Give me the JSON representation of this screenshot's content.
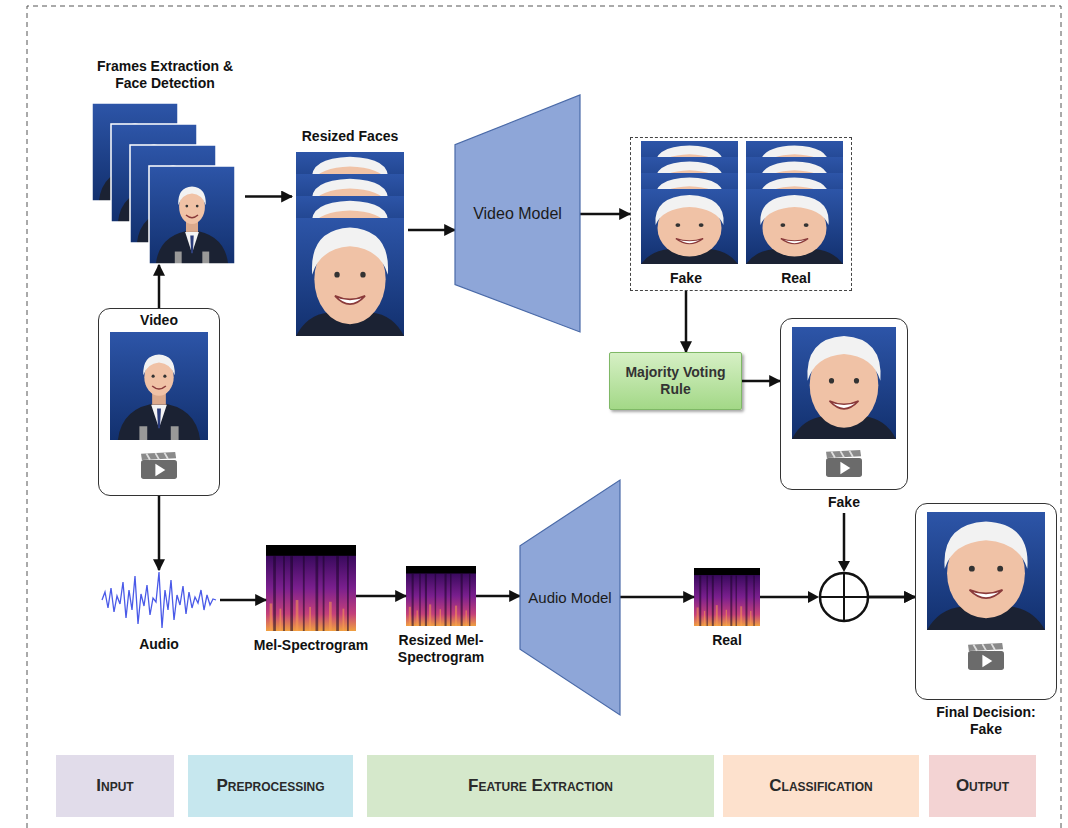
{
  "diagram": {
    "nodes": [
      {
        "text": [
          "Frames Extraction & Face Detection"
        ]
      },
      {
        "text": [
          "Resized Faces"
        ]
      },
      {
        "text": [
          "Video Model"
        ]
      },
      {
        "text": [
          "Fake",
          "Real"
        ]
      },
      {
        "text": [
          "Video"
        ]
      },
      {
        "text": [
          "Majority Voting Rule"
        ]
      },
      {
        "text": [
          "Fake"
        ]
      },
      {
        "text": [
          "Audio"
        ]
      },
      {
        "text": [
          "Mel-Spectrogram"
        ]
      },
      {
        "text": [
          "Resized Mel-Spectrogram"
        ]
      },
      {
        "text": [
          "Audio Model"
        ]
      },
      {
        "text": [
          "Real"
        ]
      },
      {
        "text": [
          "Final Decision: Fake"
        ]
      },
      {
        "text": [
          "Input"
        ]
      },
      {
        "text": [
          "Preprocessing"
        ]
      },
      {
        "text": [
          "Feature Extraction"
        ]
      },
      {
        "text": [
          "Classification"
        ]
      },
      {
        "text": [
          "Output"
        ]
      }
    ],
    "edges": [
      {
        "from": 4,
        "to": 0,
        "arrow": "to"
      },
      {
        "from": 0,
        "to": 1,
        "arrow": "to"
      },
      {
        "from": 1,
        "to": 2,
        "arrow": "to"
      },
      {
        "from": 2,
        "to": 3,
        "arrow": "to"
      },
      {
        "from": 3,
        "to": 5,
        "arrow": "to"
      },
      {
        "from": 5,
        "to": 6,
        "arrow": "to"
      },
      {
        "from": 4,
        "to": 7,
        "arrow": "to"
      },
      {
        "from": 7,
        "to": 8,
        "arrow": "to"
      },
      {
        "from": 8,
        "to": 9,
        "arrow": "to"
      },
      {
        "from": 9,
        "to": 10,
        "arrow": "to"
      },
      {
        "from": 10,
        "to": 11,
        "arrow": "to"
      },
      {
        "from": 11,
        "to": 12,
        "arrow": "to"
      },
      {
        "from": 6,
        "to": 12,
        "arrow": "to"
      }
    ]
  }
}
